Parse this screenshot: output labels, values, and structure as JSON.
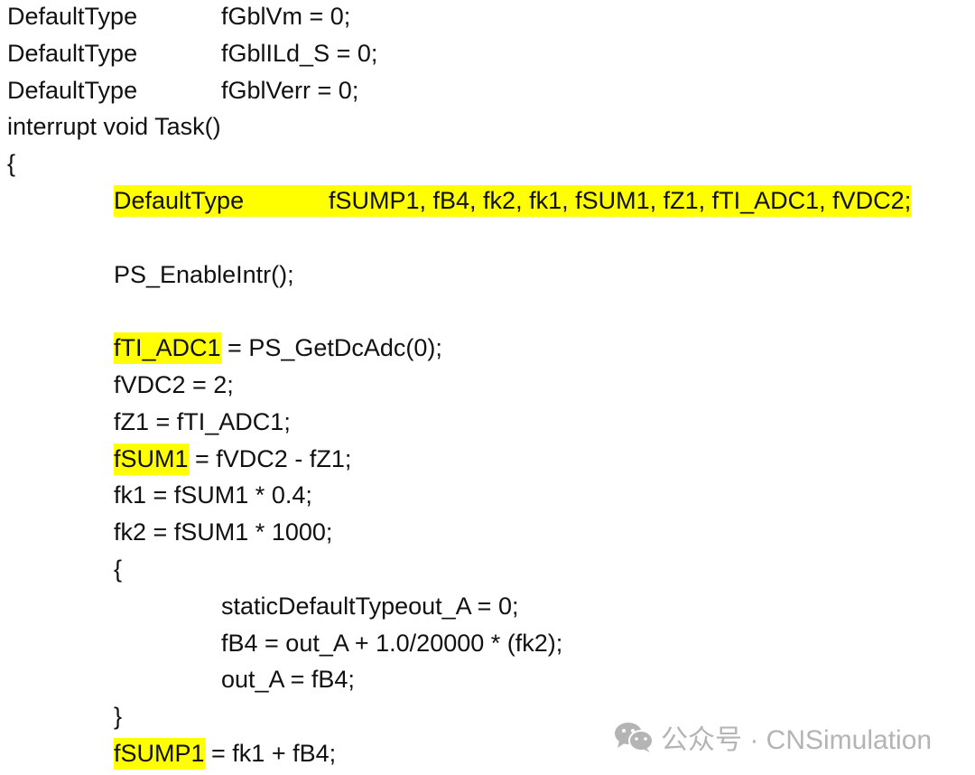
{
  "code": {
    "highlight_color": "#ffff00",
    "lines": [
      {
        "indent": 0,
        "parts": [
          {
            "t": "DefaultType"
          },
          {
            "tab": true,
            "t": "fGblVm = 0;"
          }
        ]
      },
      {
        "indent": 0,
        "parts": [
          {
            "t": "DefaultType"
          },
          {
            "tab": true,
            "t": "fGblILd_S = 0;"
          }
        ]
      },
      {
        "indent": 0,
        "parts": [
          {
            "t": "DefaultType"
          },
          {
            "tab": true,
            "t": "fGblVerr = 0;"
          }
        ]
      },
      {
        "indent": 0,
        "parts": [
          {
            "t": "interrupt void Task()"
          }
        ]
      },
      {
        "indent": 0,
        "parts": [
          {
            "t": "{"
          }
        ]
      },
      {
        "indent": 1,
        "highlight_line": true,
        "parts": [
          {
            "t": "DefaultType"
          },
          {
            "tab": true,
            "t": "fSUMP1, fB4, fk2, fk1, fSUM1, fZ1, fTI_ADC1, fVDC2;"
          }
        ]
      },
      {
        "indent": 0,
        "parts": []
      },
      {
        "indent": 1,
        "parts": [
          {
            "t": "PS_EnableIntr();"
          }
        ]
      },
      {
        "indent": 0,
        "parts": []
      },
      {
        "indent": 1,
        "parts": [
          {
            "t": "fTI_ADC1",
            "hl": true
          },
          {
            "t": " = PS_GetDcAdc(0);"
          }
        ]
      },
      {
        "indent": 1,
        "parts": [
          {
            "t": "fVDC2 = 2;"
          }
        ]
      },
      {
        "indent": 1,
        "parts": [
          {
            "t": "fZ1 = fTI_ADC1;"
          }
        ]
      },
      {
        "indent": 1,
        "parts": [
          {
            "t": "fSUM1",
            "hl": true
          },
          {
            "t": " = fVDC2 - fZ1;"
          }
        ]
      },
      {
        "indent": 1,
        "parts": [
          {
            "t": "fk1 = fSUM1 * 0.4;"
          }
        ]
      },
      {
        "indent": 1,
        "parts": [
          {
            "t": "fk2 = fSUM1 * 1000;"
          }
        ]
      },
      {
        "indent": 1,
        "parts": [
          {
            "t": "{"
          }
        ]
      },
      {
        "indent": 2,
        "parts": [
          {
            "t": "staticDefaultTypeout_A = 0;"
          }
        ]
      },
      {
        "indent": 2,
        "parts": [
          {
            "t": "fB4 = out_A + 1.0/20000 * (fk2);"
          }
        ]
      },
      {
        "indent": 2,
        "parts": [
          {
            "t": "out_A = fB4;"
          }
        ]
      },
      {
        "indent": 1,
        "parts": [
          {
            "t": "}"
          }
        ]
      },
      {
        "indent": 1,
        "parts": [
          {
            "t": "fSUMP1",
            "hl": true
          },
          {
            "t": " = fk1 + fB4;"
          }
        ]
      }
    ]
  },
  "watermark": {
    "icon": "wechat-icon",
    "text": "公众号 · CNSimulation"
  }
}
